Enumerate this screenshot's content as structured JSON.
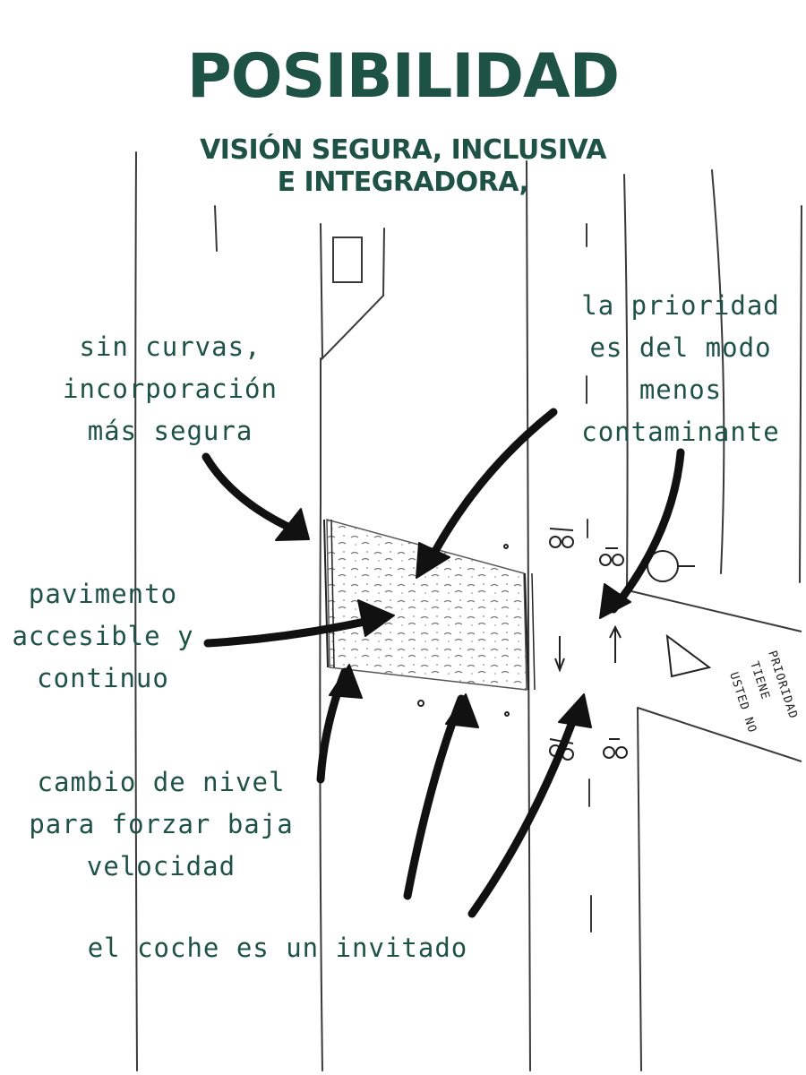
{
  "title": "POSIBILIDAD",
  "subtitle": [
    "VISIÓN SEGURA, INCLUSIVA",
    "E INTEGRADORA,"
  ],
  "labels": {
    "curves": [
      "sin curvas,",
      "incorporación",
      "más segura"
    ],
    "priority": [
      "la prioridad",
      "es del modo",
      "menos",
      "contaminante"
    ],
    "pavement": [
      "pavimento",
      "accesible y",
      "continuo"
    ],
    "level": [
      "cambio de nivel",
      "para forzar baja",
      "velocidad"
    ],
    "car": [
      "el coche es un invitado"
    ]
  },
  "sign": [
    "USTED NO",
    "TIENE",
    "PRIORIDAD"
  ],
  "colors": {
    "accent": "#1e5245",
    "ink": "#111111",
    "sketch": "#3a3a3a"
  }
}
